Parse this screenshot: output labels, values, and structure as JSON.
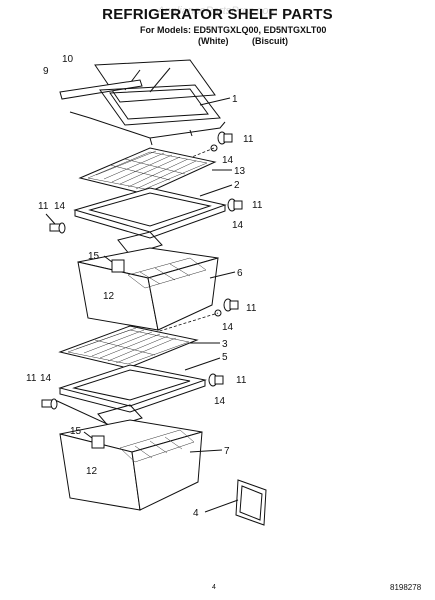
{
  "header": {
    "watermark": "AppliancePartsPros.com",
    "title": "REFRIGERATOR SHELF PARTS",
    "models_line": "For Models: ED5NTGXLQ00, ED5NTGXLT00",
    "variant_a": "(White)",
    "variant_b": "(Biscuit)"
  },
  "callouts": {
    "c1": "1",
    "c2": "2",
    "c3": "3",
    "c4": "4",
    "c5": "5",
    "c6": "6",
    "c7": "7",
    "c9": "9",
    "c10": "10",
    "c11": "11",
    "c12": "12",
    "c13": "13",
    "c14": "14",
    "c15": "15"
  },
  "footer": {
    "page_number": "4",
    "doc_number": "8198278"
  }
}
